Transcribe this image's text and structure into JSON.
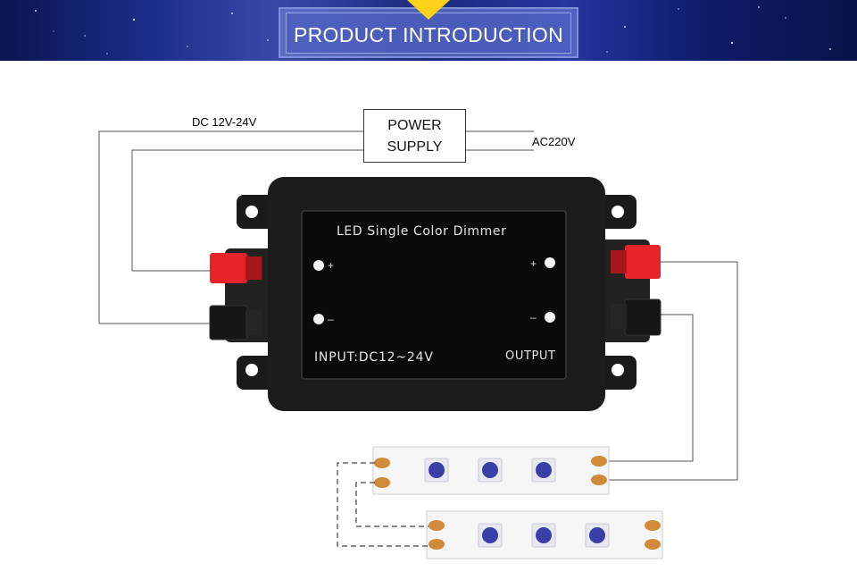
{
  "header": {
    "title": "PRODUCT INTRODUCTION",
    "accent_color": "#ffd21a"
  },
  "diagram": {
    "dc_label": "DC 12V-24V",
    "ac_label": "AC220V",
    "power_supply_line1": "POWER",
    "power_supply_line2": "SUPPLY",
    "device": {
      "panel_title": "LED Single Color Dimmer",
      "input_label": "INPUT:DC12~24V",
      "output_label": "OUTPUT",
      "plus_symbol": "+",
      "minus_symbol": "–",
      "body_color": "#1c1c1c",
      "positive_terminal_color": "#e8232a",
      "negative_terminal_color": "#161616"
    },
    "strip": {
      "led_color": "#3a3fa8",
      "pad_color": "#d08a3a"
    }
  }
}
